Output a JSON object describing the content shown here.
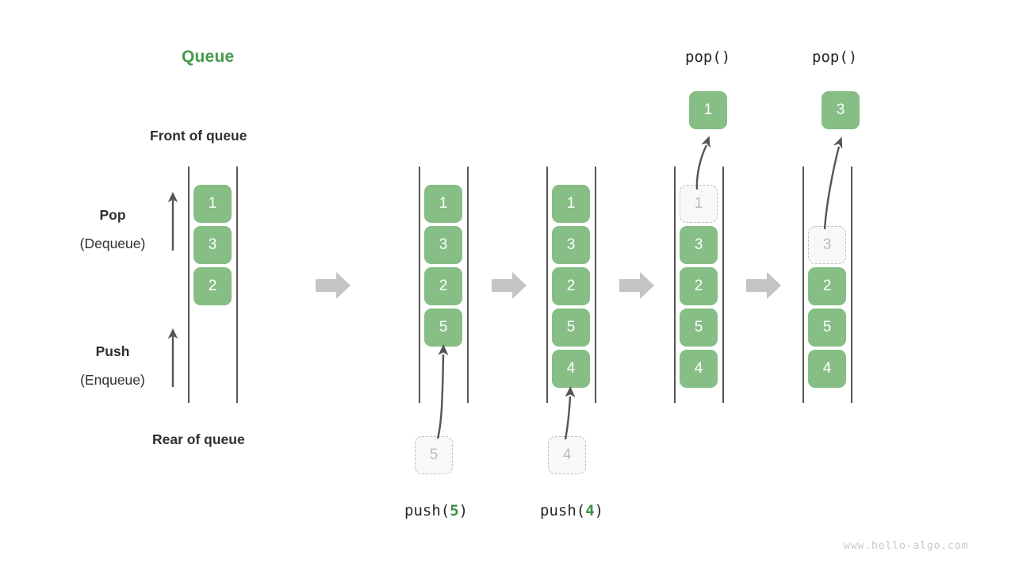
{
  "diagram": {
    "title": "Queue",
    "watermark": "www.hello-algo.com",
    "labels": {
      "front_of_queue": "Front of queue",
      "rear_of_queue": "Rear of queue",
      "pop_bold": "Pop",
      "pop_paren": "(Dequeue)",
      "push_bold": "Push",
      "push_paren": "(Enqueue)"
    },
    "colors": {
      "accent_green": "#449A49",
      "box_green": "#86BE86",
      "ghost_fill": "#F8F8F8",
      "ghost_border": "#BFBFBF",
      "ghost_text": "#BBBBBB",
      "rail": "#555555",
      "flow_arrow": "#C4C4C4",
      "text_dark": "#303030",
      "watermark": "#C9C9C9",
      "code_number": "#3E8F46"
    },
    "captions": {
      "push5": {
        "fn": "push(",
        "num": "5",
        "close": ")"
      },
      "push4": {
        "fn": "push(",
        "num": "4",
        "close": ")"
      },
      "pop1": "pop()",
      "pop2": "pop()"
    },
    "panels": [
      {
        "id": "initial",
        "name": "initial-queue",
        "slots": [
          {
            "value": "1",
            "state": "filled"
          },
          {
            "value": "3",
            "state": "filled"
          },
          {
            "value": "2",
            "state": "filled"
          },
          {
            "value": "",
            "state": "empty"
          },
          {
            "value": "",
            "state": "empty"
          }
        ]
      },
      {
        "id": "after-push-5",
        "name": "queue-after-push-5",
        "slots": [
          {
            "value": "1",
            "state": "filled"
          },
          {
            "value": "3",
            "state": "filled"
          },
          {
            "value": "2",
            "state": "filled"
          },
          {
            "value": "5",
            "state": "filled"
          },
          {
            "value": "",
            "state": "empty"
          }
        ],
        "incoming": {
          "value": "5",
          "state": "ghost"
        }
      },
      {
        "id": "after-push-4",
        "name": "queue-after-push-4",
        "slots": [
          {
            "value": "1",
            "state": "filled"
          },
          {
            "value": "3",
            "state": "filled"
          },
          {
            "value": "2",
            "state": "filled"
          },
          {
            "value": "5",
            "state": "filled"
          },
          {
            "value": "4",
            "state": "filled"
          }
        ],
        "incoming": {
          "value": "4",
          "state": "ghost"
        }
      },
      {
        "id": "after-pop-1",
        "name": "queue-after-pop-1",
        "slots": [
          {
            "value": "1",
            "state": "ghost"
          },
          {
            "value": "3",
            "state": "filled"
          },
          {
            "value": "2",
            "state": "filled"
          },
          {
            "value": "5",
            "state": "filled"
          },
          {
            "value": "4",
            "state": "filled"
          }
        ],
        "popped": {
          "value": "1",
          "state": "filled"
        }
      },
      {
        "id": "after-pop-3",
        "name": "queue-after-pop-3",
        "slots": [
          {
            "value": "",
            "state": "empty"
          },
          {
            "value": "3",
            "state": "ghost"
          },
          {
            "value": "2",
            "state": "filled"
          },
          {
            "value": "5",
            "state": "filled"
          },
          {
            "value": "4",
            "state": "filled"
          }
        ],
        "popped": {
          "value": "3",
          "state": "filled"
        }
      }
    ]
  }
}
